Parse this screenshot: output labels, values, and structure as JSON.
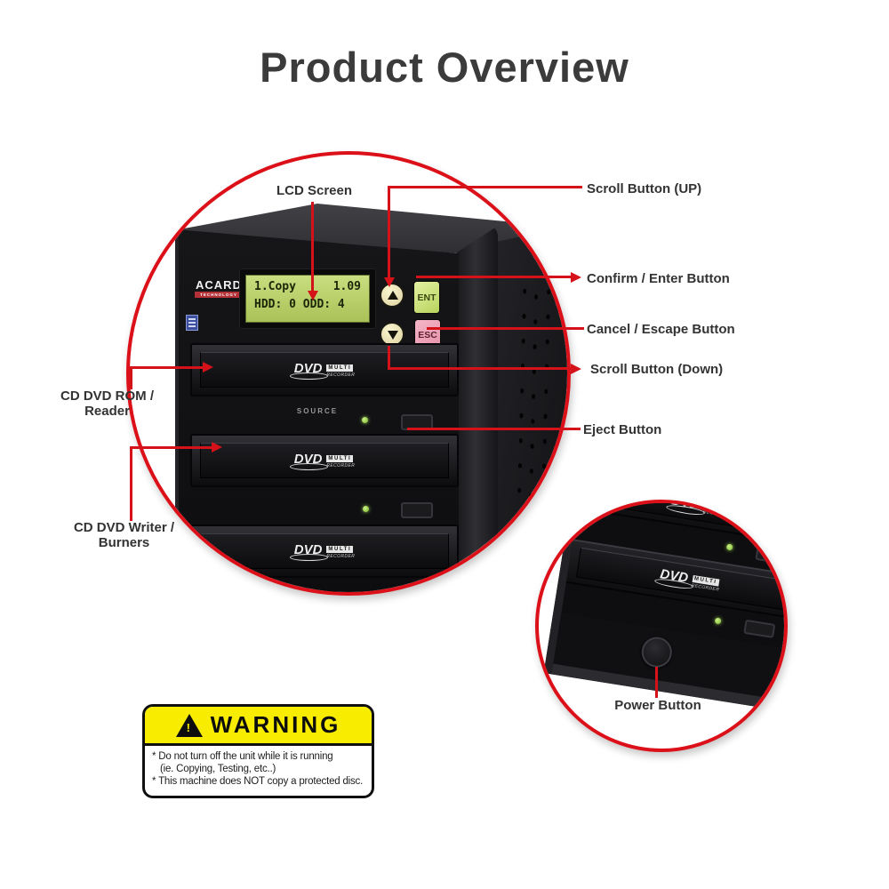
{
  "title": "Product Overview",
  "colors": {
    "accent_red": "#d5121a",
    "lcd_green": "#b9d468",
    "ent_green": "#cbe26e",
    "esc_pink": "#f0a6bb",
    "warning_yellow": "#f8ed00",
    "led_green": "#8bc63f"
  },
  "device": {
    "brand": "ACARD",
    "brand_sub": "TECHNOLOGY",
    "lcd": {
      "line1_left": "1.Copy",
      "line1_right": "1.09",
      "line2": "HDD: 0 ODD: 4"
    },
    "ent_button": "ENT",
    "esc_button": "ESC",
    "source_label": "SOURCE",
    "dvd_logo": {
      "dvd": "DVD",
      "multi": "MULTI",
      "recorder": "RECORDER"
    }
  },
  "callouts": {
    "lcd_screen": "LCD Screen",
    "scroll_up": "Scroll Button (UP)",
    "confirm_enter": "Confirm / Enter Button",
    "cancel_escape": "Cancel / Escape Button",
    "scroll_down": "Scroll Button (Down)",
    "eject": "Eject Button",
    "reader_line1": "CD DVD ROM /",
    "reader_line2": "Reader",
    "writer_line1": "CD DVD Writer /",
    "writer_line2": "Burners",
    "power": "Power Button"
  },
  "warning_label": {
    "mark": "!",
    "header": "WARNING",
    "line1": "* Do not turn off the unit while it is running",
    "line2": "(ie. Copying, Testing, etc..)",
    "line3": "* This machine does NOT copy a protected disc."
  }
}
